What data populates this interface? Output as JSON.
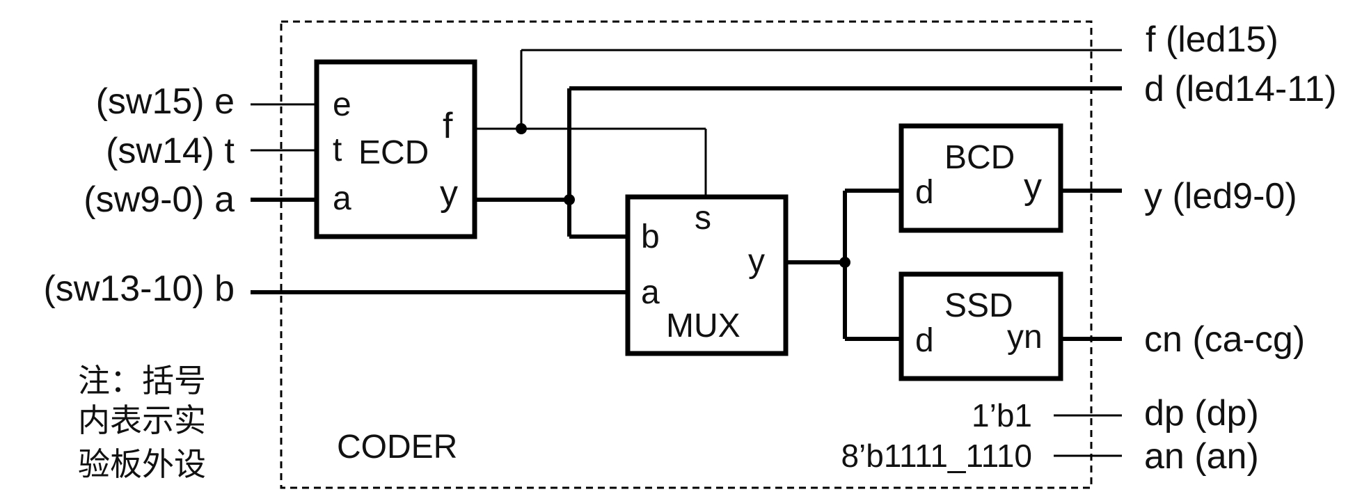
{
  "inputs": {
    "e": "(sw15)  e",
    "t": "(sw14)  t",
    "a": "(sw9-0) a",
    "b": "(sw13-10) b"
  },
  "outputs": {
    "f": "f  (led15)",
    "d": "d (led14-11)",
    "y": "y (led9-0)",
    "cn": "cn  (ca-cg)",
    "dp": "dp  (dp)",
    "an": "an  (an)"
  },
  "constants": {
    "dp_value": "1’b1",
    "an_value": "8’b1111_1110"
  },
  "ecd": {
    "name": "ECD",
    "port_e": "e",
    "port_t": "t",
    "port_a": "a",
    "port_f": "f",
    "port_y": "y"
  },
  "mux": {
    "name": "MUX",
    "port_b": "b",
    "port_a": "a",
    "port_s": "s",
    "port_y": "y"
  },
  "bcd": {
    "name": "BCD",
    "port_d": "d",
    "port_y": "y"
  },
  "ssd": {
    "name": "SSD",
    "port_d": "d",
    "port_yn": "yn"
  },
  "coder_label": "CODER",
  "note_lines": [
    "注：括号",
    "内表示实",
    "验板外设"
  ],
  "colors": {
    "ink": "#000000",
    "background": "#ffffff"
  }
}
